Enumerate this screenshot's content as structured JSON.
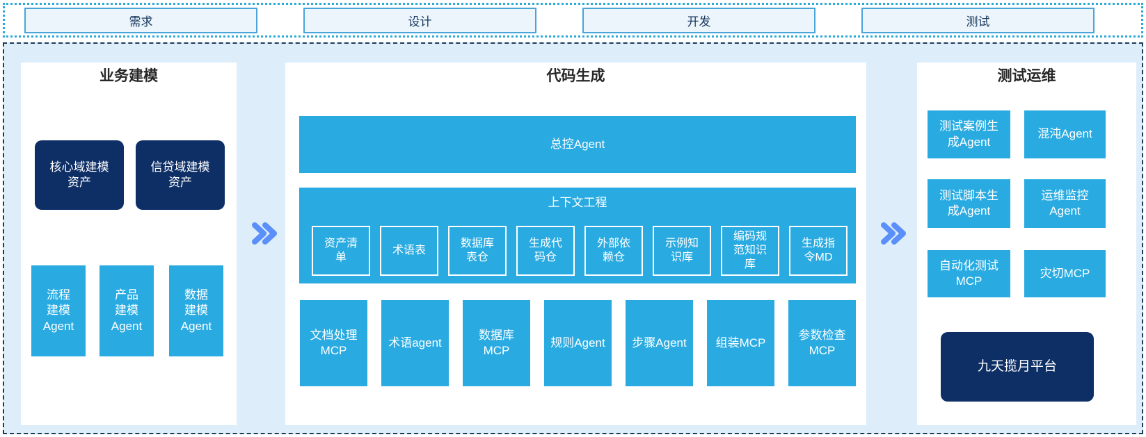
{
  "stages": [
    "需求",
    "设计",
    "开发",
    "测试"
  ],
  "palette": {
    "accent_cyan": "#29abe2",
    "navy": "#0e2f66",
    "container_bg": "#ddeefa",
    "container_border": "#1f3a5a",
    "strip_border": "#2ba9d8",
    "stage_box_bg": "#ecf5fb",
    "stage_box_border": "#49a5d9",
    "arrow_blue": "#5b8ff9",
    "title_text": "#262626"
  },
  "icons": {
    "flow_arrow": "double-chevron-right"
  },
  "columns": {
    "business": {
      "title": "业务建模",
      "assets": [
        "核心域建模\n资产",
        "信贷域建模\n资产"
      ],
      "agents": [
        "流程\n建模\nAgent",
        "产品\n建模\nAgent",
        "数据\n建模\nAgent"
      ]
    },
    "codegen": {
      "title": "代码生成",
      "master_agent": "总控Agent",
      "context": {
        "title": "上下文工程",
        "items": [
          "资产清\n单",
          "术语表",
          "数据库\n表仓",
          "生成代\n码仓",
          "外部依\n赖仓",
          "示例知\n识库",
          "编码规\n范知识\n库",
          "生成指\n令MD"
        ]
      },
      "tools": [
        "文档处理\nMCP",
        "术语agent",
        "数据库\nMCP",
        "规则Agent",
        "步骤Agent",
        "组装MCP",
        "参数检查\nMCP"
      ]
    },
    "testops": {
      "title": "测试运维",
      "items": [
        "测试案例生\n成Agent",
        "混沌Agent",
        "测试脚本生\n成Agent",
        "运维监控\nAgent",
        "自动化测试\nMCP",
        "灾切MCP"
      ],
      "platform": "九天揽月平台"
    }
  }
}
